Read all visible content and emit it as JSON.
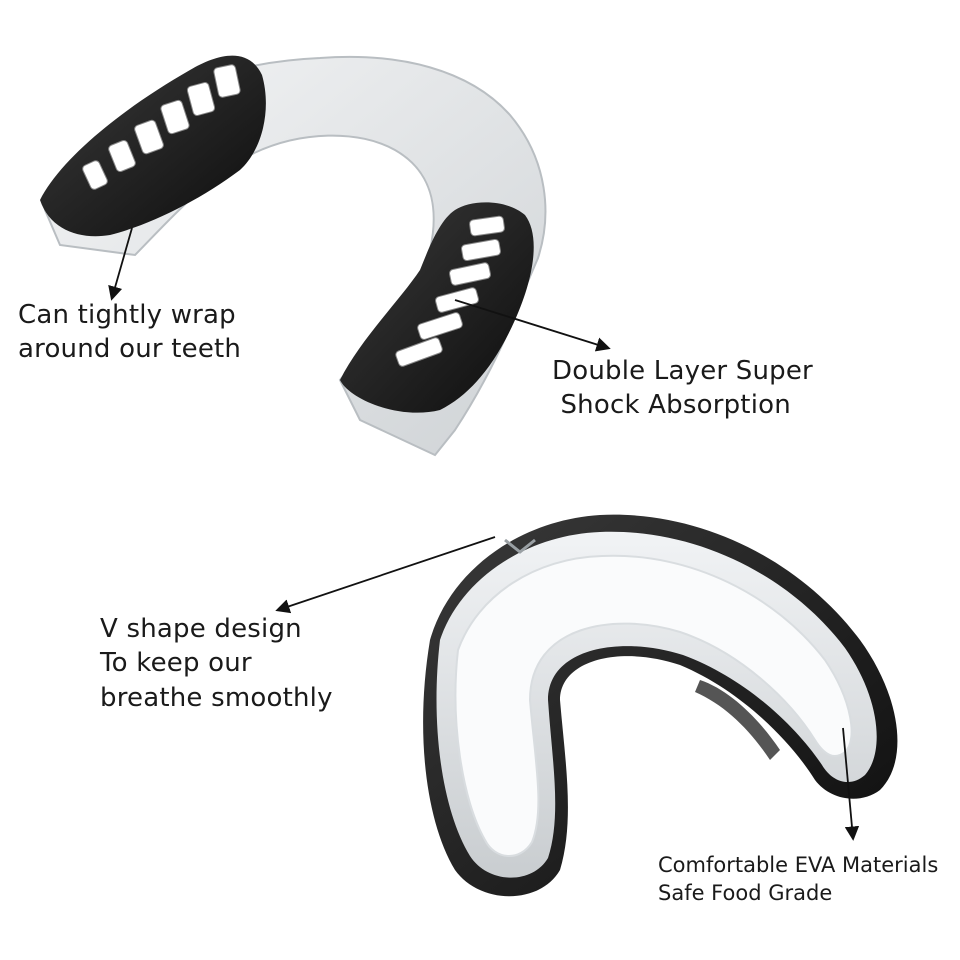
{
  "labels": {
    "wrap": {
      "lines": [
        "Can tightly wrap",
        "around our teeth"
      ]
    },
    "double_layer": {
      "lines": [
        "Double Layer Super",
        " Shock Absorption"
      ]
    },
    "v_shape": {
      "lines": [
        "V shape design",
        "To keep our",
        "breathe smoothly"
      ]
    },
    "eva": {
      "lines": [
        "Comfortable EVA Materials",
        "Safe Food Grade"
      ]
    }
  },
  "colors": {
    "black_layer": "#1b1b1b",
    "clear_gel": "#e6e8ea",
    "white_insert": "#fafbfc",
    "arrow": "#111111"
  }
}
